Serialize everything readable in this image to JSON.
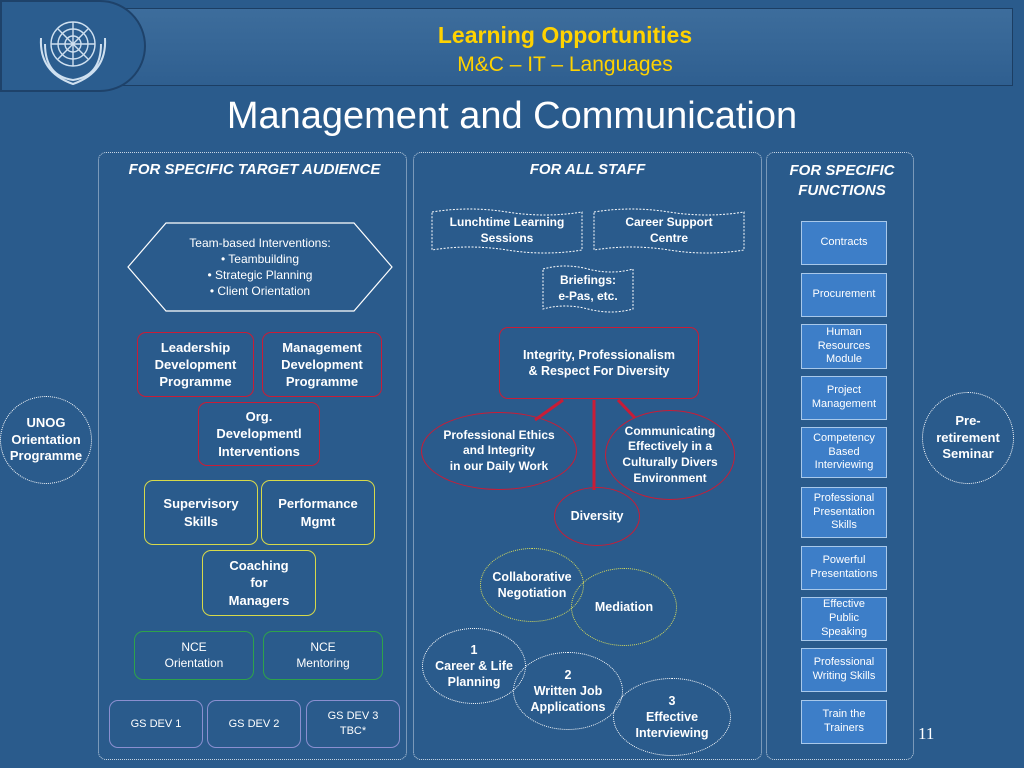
{
  "header": {
    "title": "Learning Opportunities",
    "subtitle": "M&C – IT – Languages"
  },
  "main_title": "Management and Communication",
  "page_number": "11",
  "columns": {
    "left_heading": "FOR SPECIFIC TARGET AUDIENCE",
    "middle_heading": "FOR ALL STAFF",
    "right_heading": "FOR SPECIFIC\nFUNCTIONS"
  },
  "side": {
    "left_circle": "UNOG\nOrientation\nProgramme",
    "right_circle": "Pre-\nretirement\nSeminar"
  },
  "left": {
    "team_hexagon": "Team-based Interventions:\n• Teambuilding\n• Strategic Planning\n• Client Orientation",
    "leadership": "Leadership\nDevelopment\nProgramme",
    "management": "Management\nDevelopment\nProgramme",
    "org_dev": "Org.\nDevelopmentl\nInterventions",
    "supervisory": "Supervisory\nSkills",
    "performance": "Performance\nMgmt",
    "coaching": "Coaching\nfor\nManagers",
    "nce_orientation": "NCE\nOrientation",
    "nce_mentoring": "NCE\nMentoring",
    "gs_dev_1": "GS DEV 1",
    "gs_dev_2": "GS DEV 2",
    "gs_dev_3": "GS DEV 3\nTBC*"
  },
  "middle": {
    "lunchtime": "Lunchtime Learning\nSessions",
    "career_support": "Career Support\nCentre",
    "briefings": "Briefings:\ne-Pas, etc.",
    "integrity": "Integrity, Professionalism\n& Respect For Diversity",
    "ethics": "Professional Ethics\nand Integrity\nin our Daily Work",
    "communicating": "Communicating\nEffectively in a\nCulturally Divers\nEnvironment",
    "diversity": "Diversity",
    "collaborative": "Collaborative\nNegotiation",
    "mediation": "Mediation",
    "career_life": "1\nCareer & Life\nPlanning",
    "written_job": "2\nWritten Job\nApplications",
    "effective_interviewing": "3\nEffective\nInterviewing"
  },
  "right": {
    "items": [
      "Contracts",
      "Procurement",
      "Human\nResources\nModule",
      "Project\nManagement",
      "Competency\nBased\nInterviewing",
      "Professional\nPresentation\nSkills",
      "Powerful\nPresentations",
      "Effective\nPublic\nSpeaking",
      "Professional\nWriting Skills",
      "Train the\nTrainers"
    ]
  },
  "colors": {
    "background": "#2a5b8c",
    "title_yellow": "#ffd200",
    "red_border": "#c81d37",
    "yellow_border": "#d7d94a",
    "green_border": "#2ea24b",
    "right_box_fill": "#3d7ec8"
  },
  "icons": {
    "logo": "un-emblem-icon"
  }
}
